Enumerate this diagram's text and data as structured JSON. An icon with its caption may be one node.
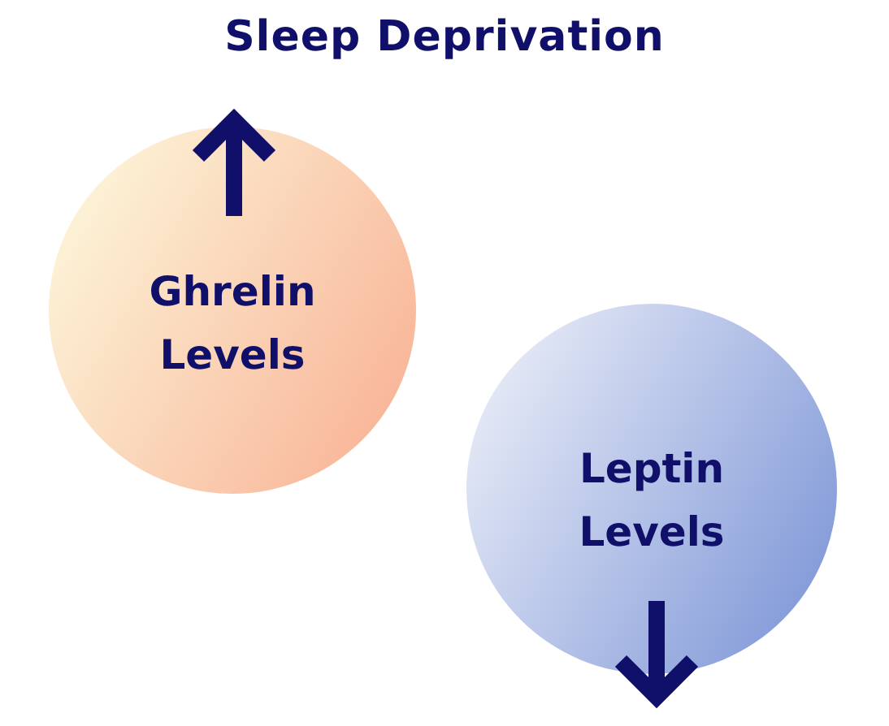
{
  "diagram": {
    "title": "Sleep Deprivation",
    "nodes": [
      {
        "text": [
          "Ghrelin Levels"
        ]
      },
      {
        "text": [
          "Leptin Levels"
        ]
      }
    ]
  }
}
